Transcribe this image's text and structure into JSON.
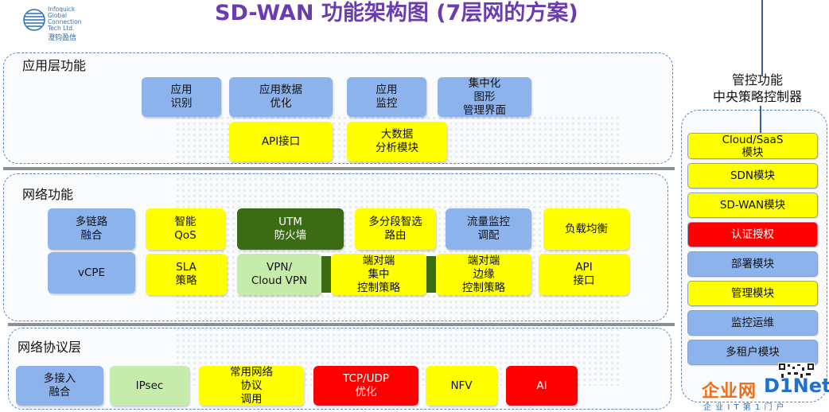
{
  "title": "SD-WAN 功能架构图 (7层网的方案)",
  "logo": {
    "lines": [
      "Infoquick",
      "Global",
      "Connection",
      "Tech Ltd."
    ],
    "cn": "澄钧盈信"
  },
  "app_layer": {
    "title": "应用层功能",
    "boxes": [
      "应用\n识别",
      "应用数据\n优化",
      "应用\n监控",
      "集中化\n图形\n管理界面",
      "API接口",
      "大数据\n分析模块"
    ]
  },
  "net_layer": {
    "title": "网络功能",
    "boxes": [
      "多链路\n融合",
      "智能\nQoS",
      "UTM\n防火墙",
      "多分段智选\n路由",
      "流量监控\n调配",
      "负载均衡",
      "vCPE",
      "SLA\n策略",
      "VPN/\nCloud VPN",
      "端对端\n集中\n控制策略",
      "端对端\n边缘\n控制策略",
      "API\n接口"
    ]
  },
  "proto_layer": {
    "title": "网络协议层",
    "boxes": [
      "多接入\n融合",
      "IPsec",
      "常用网络\n协议\n调用",
      "TCP/UDP\n优化",
      "NFV",
      "AI"
    ]
  },
  "control": {
    "title": "管控功能\n中央策略控制器",
    "modules": [
      "Cloud/SaaS\n模块",
      "SDN模块",
      "SD-WAN模块",
      "认证授权",
      "部署模块",
      "管理模块",
      "监控运维",
      "多租户模块"
    ]
  },
  "watermark": {
    "cn": "企业网",
    "en": "D1Net",
    "slogan": "企 业 I T 第 1 门 户"
  },
  "colors": {
    "title": "#6b3bb0",
    "blue": "#8db3ec",
    "yellow": "#ffff00",
    "dark_green": "#3b6b12",
    "light_green": "#c5ecab",
    "red": "#ff0000",
    "panel_border": "#5b86c9"
  }
}
